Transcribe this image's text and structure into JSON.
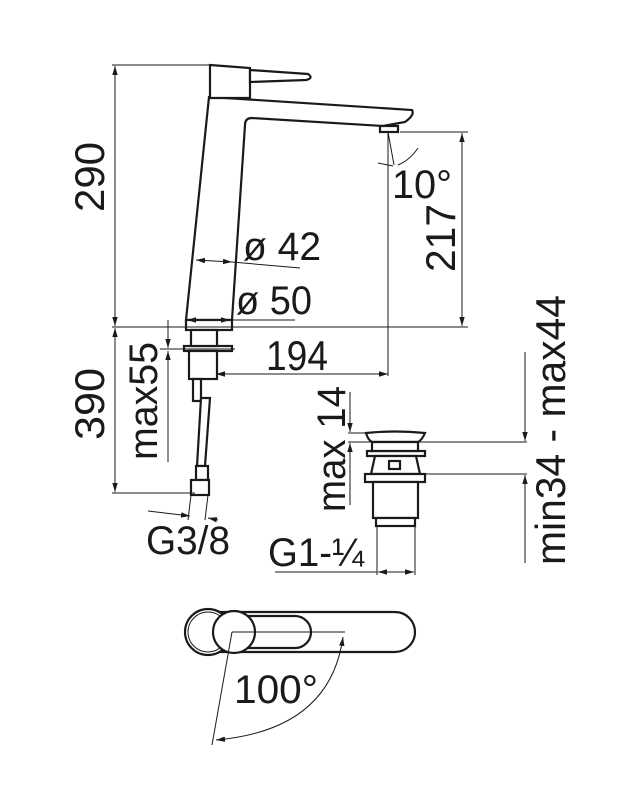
{
  "drawing": {
    "dimensions": {
      "total_height": "290",
      "spout_height": "217",
      "spout_angle": "10°",
      "body_diameter": "ø 42",
      "base_diameter": "ø 50",
      "spout_reach": "194",
      "hose_length": "390",
      "max_deck_thickness": "max55",
      "hose_connection": "G3/8",
      "waste_cap_max": "max 14",
      "waste_range": "min34 - max44",
      "waste_thread": "G1-¼",
      "lever_rotation": "100°"
    },
    "color": "#1a1a1a"
  }
}
